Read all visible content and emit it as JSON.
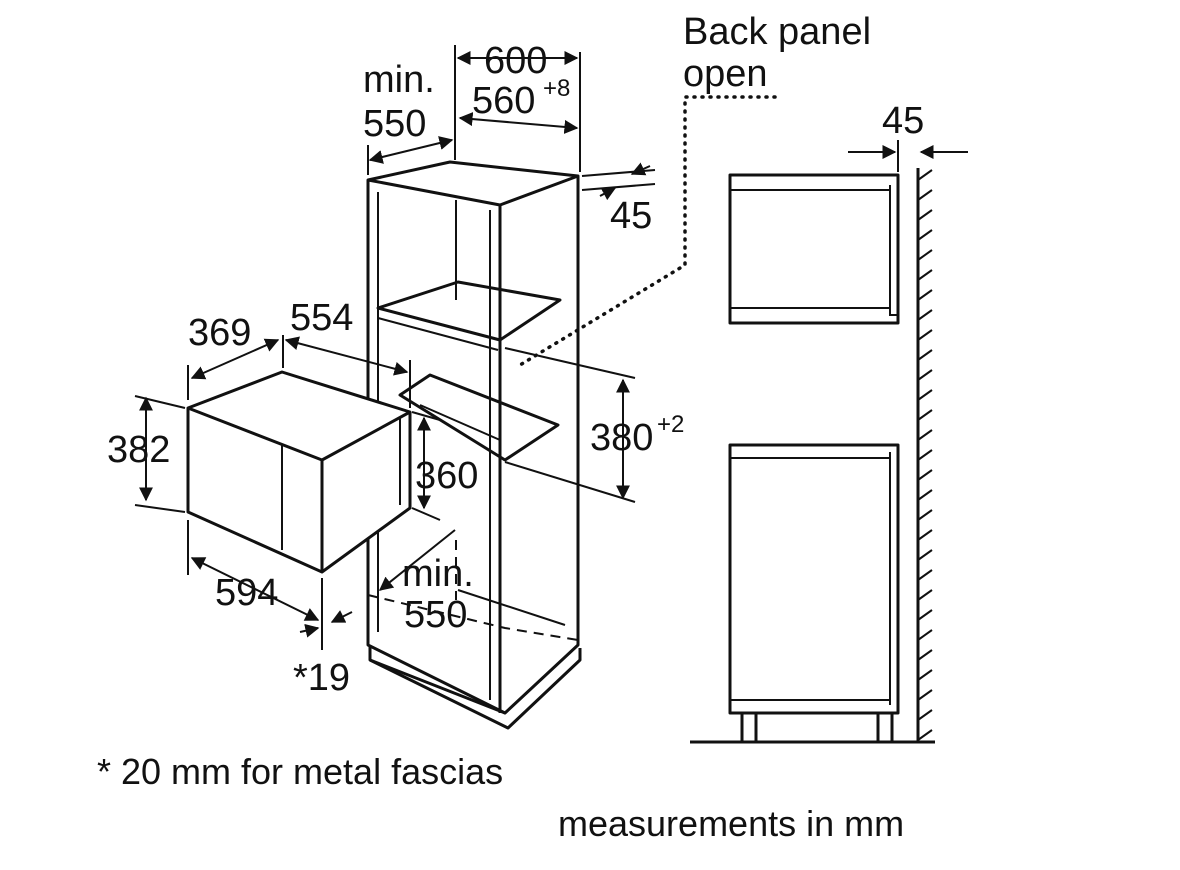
{
  "labels": {
    "back_panel_line1": "Back panel",
    "back_panel_line2": "open",
    "top_min": "min.",
    "top_min_value": "550",
    "width_outer": "600",
    "width_niche": "560",
    "width_niche_tol": "+8",
    "top_gap": "45",
    "right_gap": "45",
    "unit_depth": "369",
    "unit_width_top": "554",
    "unit_height": "382",
    "niche_height": "380",
    "niche_height_tol": "+2",
    "unit_inner_height": "360",
    "bottom_min": "min.",
    "bottom_min_value": "550",
    "unit_width": "594",
    "fascia_gap": "*19"
  },
  "notes": {
    "metal_fascia": "* 20 mm for metal fascias",
    "units": "measurements in mm"
  }
}
